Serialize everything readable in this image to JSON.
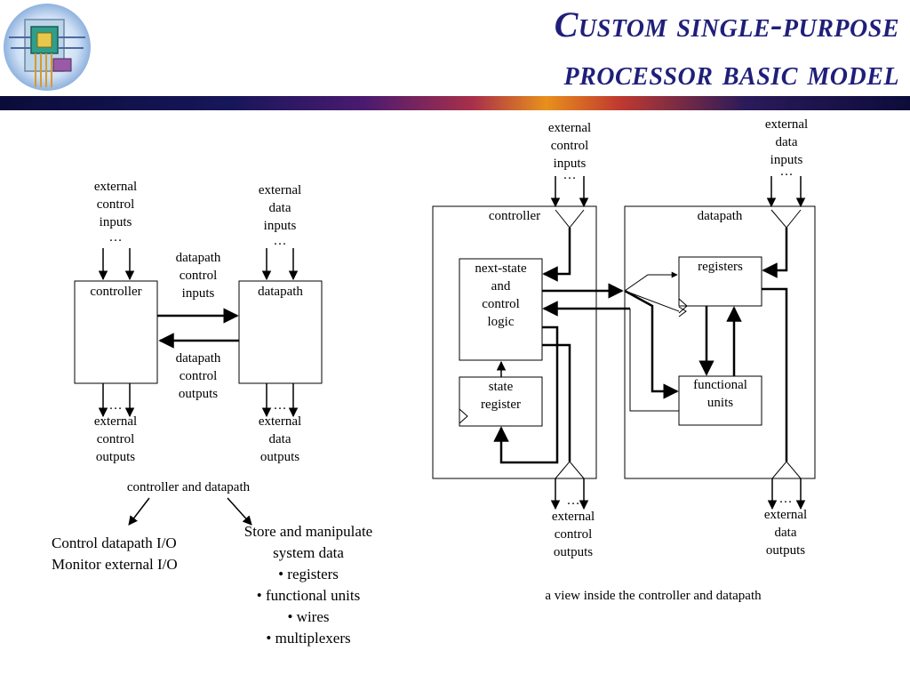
{
  "title": {
    "line1": "Custom single-purpose",
    "line2": "processor basic model"
  },
  "colors": {
    "title": "#1f1f7a"
  },
  "logo": {
    "icon": "processor-chip-logo-icon"
  },
  "left_diagram": {
    "ext_control_inputs": [
      "external",
      "control",
      "inputs",
      "…"
    ],
    "ext_data_inputs": [
      "external",
      "data",
      "inputs",
      "…"
    ],
    "dp_control_inputs": [
      "datapath",
      "control",
      "inputs"
    ],
    "dp_control_outputs": [
      "datapath",
      "control",
      "outputs"
    ],
    "controller_label": "controller",
    "datapath_label": "datapath",
    "ext_control_outputs": [
      "…",
      "external",
      "control",
      "outputs"
    ],
    "ext_data_outputs": [
      "…",
      "external",
      "data",
      "outputs"
    ],
    "caption": "controller and datapath",
    "controller_role": [
      "Control datapath I/O",
      "Monitor external I/O"
    ],
    "datapath_role": [
      "Store and manipulate",
      "system data",
      "• registers",
      "• functional units",
      "• wires",
      "• multiplexers"
    ]
  },
  "right_diagram": {
    "ext_control_inputs": [
      "external",
      "control",
      "inputs",
      "…"
    ],
    "ext_data_inputs": [
      "external",
      "data",
      "inputs",
      "…"
    ],
    "controller_label": "controller",
    "datapath_label": "datapath",
    "next_state_logic": [
      "next-state",
      "and",
      "control",
      "logic"
    ],
    "state_register": [
      "state",
      "register"
    ],
    "registers": "registers",
    "functional_units": [
      "functional",
      "units"
    ],
    "ext_control_outputs": [
      "…",
      "external",
      "control",
      "outputs"
    ],
    "ext_data_outputs": [
      "…",
      "external",
      "data",
      "outputs"
    ],
    "caption": "a view inside the controller and datapath"
  }
}
